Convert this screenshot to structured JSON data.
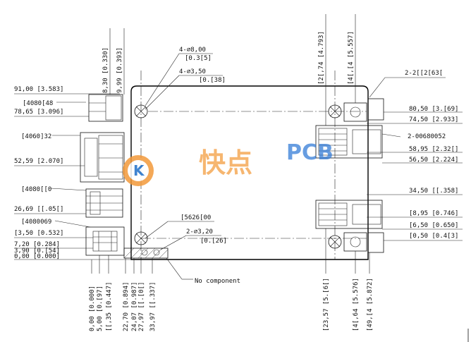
{
  "left_dims": [
    "91,00 [3.583]",
    "[4080[48",
    "78,65 [3.096]",
    "[4060]32",
    "52,59 [2.070]",
    "[4080[[0",
    "26,69 [[.05[]",
    "[4080069",
    "[3,50 [0.532]",
    "7,20 [0.284]",
    "3,90 [0.[54]",
    "0,00 [0.000]"
  ],
  "top_dims": {
    "d1": "8,30 [0.330]",
    "d2": "9,99 [0.393]",
    "hole_a": "4-⌀8,00",
    "hole_a_in": "[0.3[5]",
    "hole_b": "4-⌀3,50",
    "hole_b_in": "[0.[38]",
    "top_right_1": "[2[,74 [4.793]",
    "top_right_2": "[4[,[4 [5.557]",
    "corner_label": "2-2[[2[63["
  },
  "right_dims": [
    "80,50 [3.[69]",
    "74,50 [2.933]",
    "2-00680052",
    "58,95 [2.32[]",
    "56,50 [2.224]",
    "34,50 [[.358]",
    "[8,95 [0.746]",
    "[6,50 [0.650]",
    "[0,50 [0.4[3]"
  ],
  "bottom_dims": [
    "0,00 [0.000]",
    "5,00 [0.[97]",
    "[[,35 [0.447]",
    "22,70 [0.894]",
    "24,07 [0.987]",
    "27,97 [[.[0[]",
    "33,97 [[.337]",
    "[23,57 [5.[6[]",
    "[4[,64 [5.576]",
    "[49,[4 [5.872]"
  ],
  "notes": {
    "part_code": "[5626[00",
    "small_hole": "2-⌀3,20",
    "small_hole_in": "[0.[26]",
    "no_component": "No component"
  },
  "watermark": {
    "logo_letter": "K",
    "text_cn": "快点",
    "text_en": "PCB"
  }
}
